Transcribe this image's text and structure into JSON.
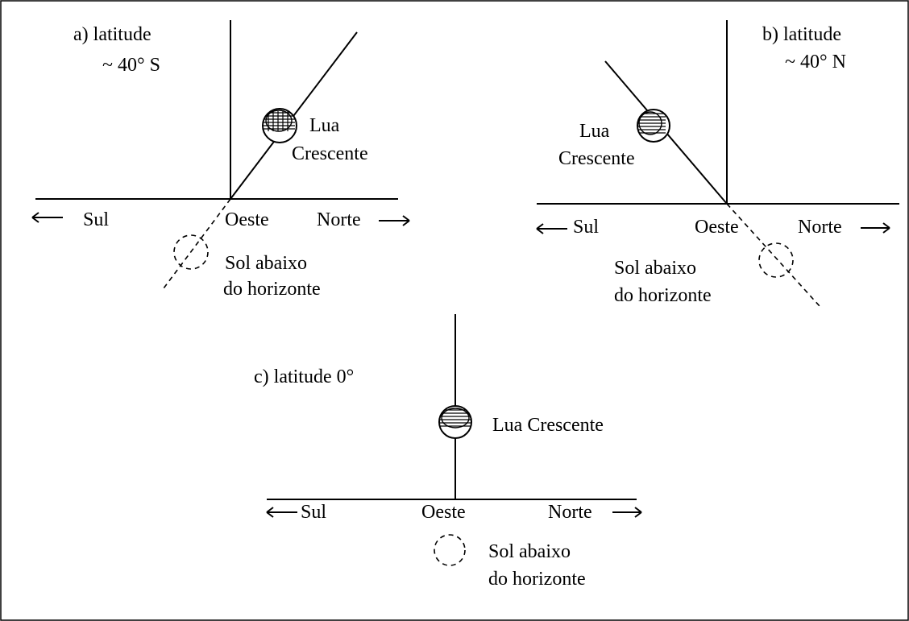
{
  "panels": {
    "a": {
      "title_line1": "a) latitude",
      "title_line2": "~ 40° S",
      "moon_label_line1": "Lua",
      "moon_label_line2": "Crescente",
      "left_dir": "Sul",
      "center_dir": "Oeste",
      "right_dir": "Norte",
      "sun_label_line1": "Sol abaixo",
      "sun_label_line2": "do horizonte"
    },
    "b": {
      "title_line1": "b) latitude",
      "title_line2": "~ 40° N",
      "moon_label_line1": "Lua",
      "moon_label_line2": "Crescente",
      "left_dir": "Sul",
      "center_dir": "Oeste",
      "right_dir": "Norte",
      "sun_label_line1": "Sol abaixo",
      "sun_label_line2": "do horizonte"
    },
    "c": {
      "title": "c) latitude 0°",
      "moon_label": "Lua Crescente",
      "left_dir": "Sul",
      "center_dir": "Oeste",
      "right_dir": "Norte",
      "sun_label_line1": "Sol abaixo",
      "sun_label_line2": "do horizonte"
    }
  }
}
